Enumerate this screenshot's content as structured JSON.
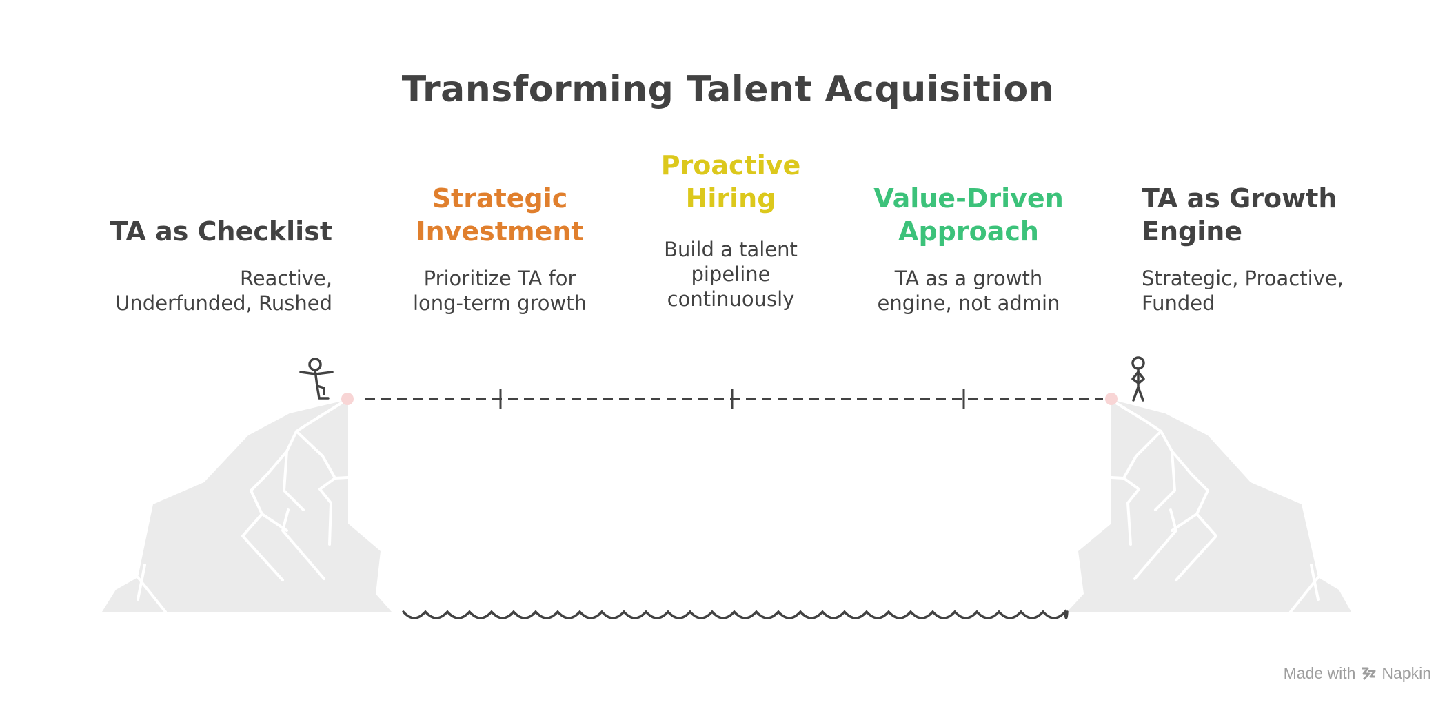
{
  "title": "Transforming Talent Acquisition",
  "colors": {
    "text": "#424242",
    "strategic": "#E07F2D",
    "proactive": "#DCC81C",
    "value": "#3CC27A",
    "rock": "#EBEBEB",
    "cliff_marker": "#F8D5D5"
  },
  "stages": [
    {
      "title_lines": [
        "TA as Checklist"
      ],
      "desc_lines": [
        "Reactive,",
        "Underfunded, Rushed"
      ]
    },
    {
      "title_lines": [
        "Strategic",
        "Investment"
      ],
      "desc_lines": [
        "Prioritize TA for",
        "long-term growth"
      ]
    },
    {
      "title_lines": [
        "Proactive",
        "Hiring"
      ],
      "desc_lines": [
        "Build a talent",
        "pipeline",
        "continuously"
      ]
    },
    {
      "title_lines": [
        "Value-Driven",
        "Approach"
      ],
      "desc_lines": [
        "TA as a growth",
        "engine, not admin"
      ]
    },
    {
      "title_lines": [
        "TA as Growth",
        "Engine"
      ],
      "desc_lines": [
        "Strategic, Proactive,",
        "Funded"
      ]
    }
  ],
  "branding": {
    "made_with": "Made with",
    "brand_name": "Napkin"
  },
  "icons": {
    "left_figure": "walking-person-icon",
    "right_figure": "standing-person-icon",
    "brand": "napkin-logo-icon"
  }
}
